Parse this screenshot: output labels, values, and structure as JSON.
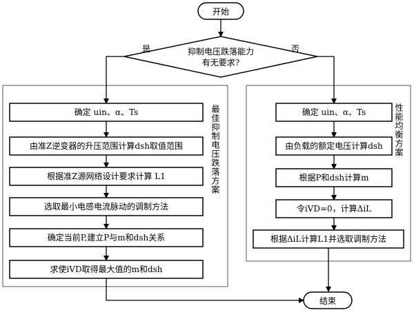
{
  "start": "开始",
  "end": "结束",
  "decision": {
    "line1": "抑制电压跌落能力",
    "line2": "有无要求?",
    "yes": "是",
    "no": "否"
  },
  "left_branch": {
    "title": "最佳抑制电压跌落方案",
    "steps": [
      "确定 uin、α、Ts",
      "由准Z逆变器的升压范围计算dsh取值范围",
      "根据准Z源网络设计要求计算 L1",
      "选取最小电感电流脉动的调制方法",
      "确定当前P,建立P与m和dsh关系",
      "求使iVD取得最大值的m和dsh"
    ]
  },
  "right_branch": {
    "title": "性能均衡方案",
    "steps": [
      "确定 uin、α、Ts",
      "由负载的额定电压计算dsh",
      "根据P和dsh计算m",
      "令iVD=0，计算ΔiL",
      "根据ΔiL计算L1并选取调制方法"
    ]
  }
}
